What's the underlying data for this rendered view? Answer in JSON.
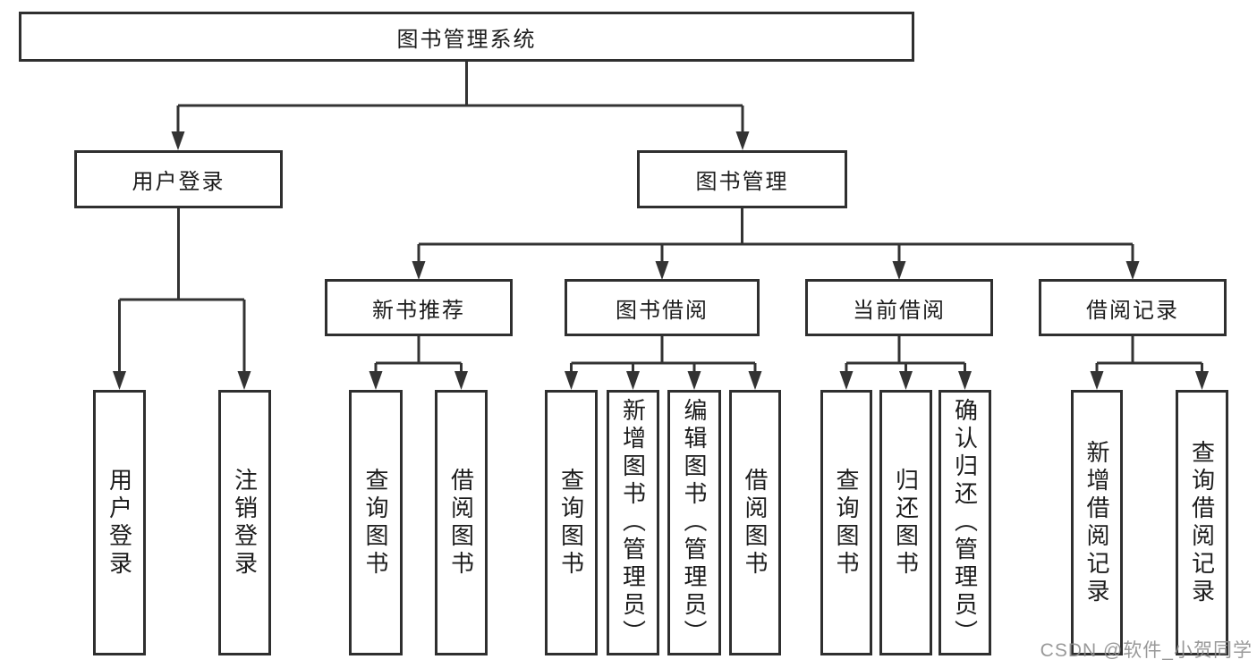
{
  "nodes": {
    "root": "图书管理系统",
    "user_login": "用户登录",
    "book_mgmt": "图书管理",
    "new_book_rec": "新书推荐",
    "book_borrow": "图书借阅",
    "current_borrow": "当前借阅",
    "borrow_record": "借阅记录",
    "leaf_user_login": "用户登录",
    "leaf_logout": "注销登录",
    "leaf_query_book_newrec": "查询图书",
    "leaf_borrow_book_newrec": "借阅图书",
    "leaf_query_book_borrow": "查询图书",
    "leaf_add_book_admin": "新增图书（管理员）",
    "leaf_edit_book_admin": "编辑图书（管理员）",
    "leaf_borrow_book_borrow": "借阅图书",
    "leaf_query_book_current": "查询图书",
    "leaf_return_book": "归还图书",
    "leaf_confirm_return_admin": "确认归还（管理员）",
    "leaf_add_borrow_record": "新增借阅记录",
    "leaf_query_borrow_record": "查询借阅记录"
  },
  "watermark": "CSDN @软件_小贺同学",
  "colors": {
    "line": "#333333",
    "box_border": "#2f2f2f",
    "text": "#1c1c1c",
    "watermark": "#8e8e8e",
    "background": "#ffffff"
  }
}
